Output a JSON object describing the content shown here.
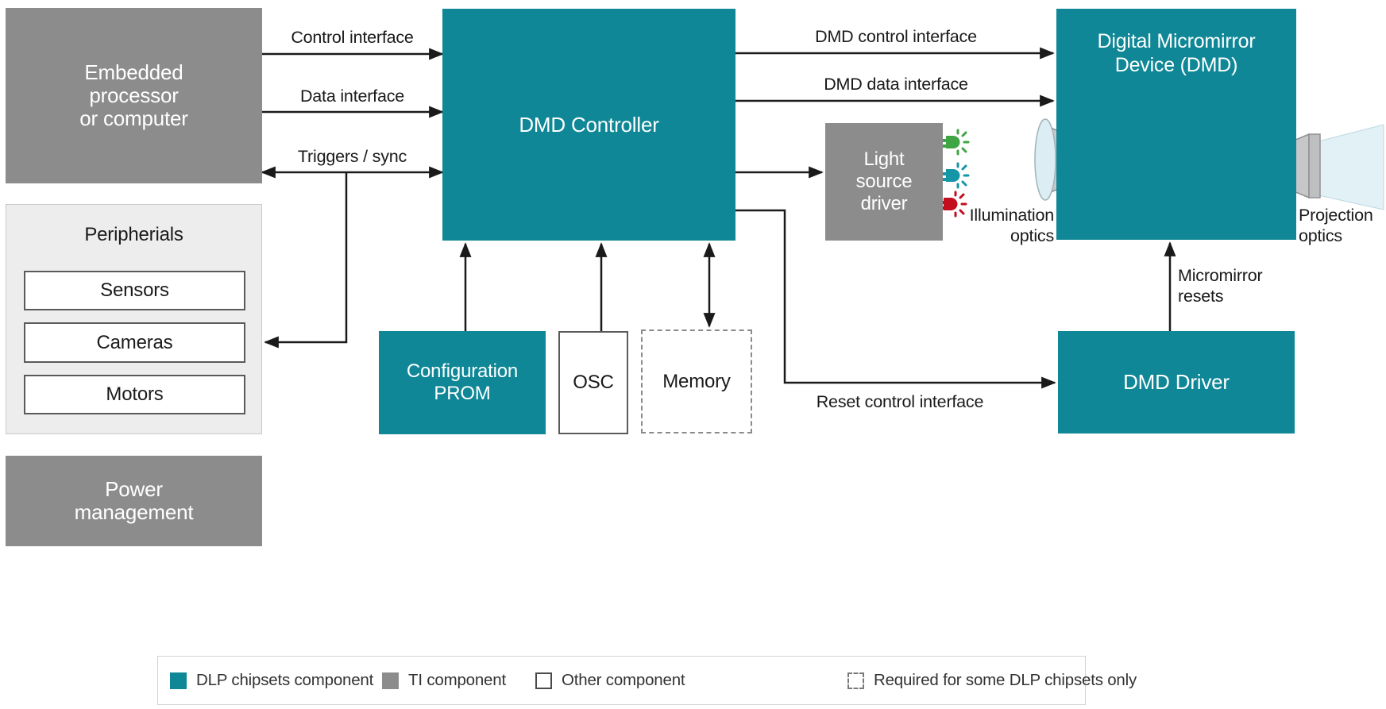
{
  "diagram": {
    "blocks": {
      "embedded": {
        "label": "Embedded\nprocessor\nor computer"
      },
      "peripherals": {
        "label": "Peripherials",
        "items": [
          "Sensors",
          "Cameras",
          "Motors"
        ]
      },
      "power": {
        "label": "Power\nmanagement"
      },
      "dmd_controller": {
        "label": "DMD Controller"
      },
      "config_prom": {
        "label": "Configuration\nPROM"
      },
      "osc": {
        "label": "OSC"
      },
      "memory": {
        "label": "Memory"
      },
      "light_source_driver": {
        "label": "Light\nsource\ndriver"
      },
      "dmd": {
        "label": "Digital Micromirror\nDevice (DMD)"
      },
      "dmd_driver": {
        "label": "DMD Driver"
      }
    },
    "connections": {
      "control_interface": "Control interface",
      "data_interface": "Data interface",
      "triggers_sync": "Triggers / sync",
      "dmd_control_interface": "DMD control interface",
      "dmd_data_interface": "DMD data interface",
      "reset_control_interface": "Reset control interface",
      "micromirror_resets": "Micromirror\nresets",
      "illumination_optics": "Illumination\noptics",
      "projection_optics": "Projection\noptics"
    },
    "legend": {
      "items": [
        {
          "swatch": "dlp-chipset-swatch",
          "label": "DLP chipsets component"
        },
        {
          "swatch": "ti-component-swatch",
          "label": "TI component"
        },
        {
          "swatch": "other-component-swatch",
          "label": "Other component"
        },
        {
          "swatch": "dashed-swatch",
          "label": "Required for some DLP chipsets only"
        }
      ]
    },
    "icons": [
      "led-green-icon",
      "led-teal-icon",
      "led-red-icon",
      "dmd-chip-icon",
      "illumination-lens-icon",
      "projection-lens-icon"
    ]
  },
  "colors": {
    "teal": "#0F8796",
    "box_gray": "#8C8C8C",
    "panel_gray": "#EDEDED",
    "panel_border": "#C9C9C9",
    "white_box_border": "#5A5A5A",
    "dashed_border": "#8A8A8A",
    "legend_border": "#D2D2D2",
    "line": "#1A1A1A",
    "led_green": "#3FA444",
    "led_teal": "#1496A6",
    "led_red": "#C30E1E",
    "lens_blue": "#DCEEF4",
    "beam_blue": "#E2F1F6",
    "lens_gray": "#C6C7C9",
    "lens_gray_border": "#8F9092",
    "chip_body": "#55565A",
    "chip_black": "#1E1F22",
    "chip_core": "#070708",
    "chip_teal_bright": "#1FA8B8",
    "chip_teal_dark": "#0C7D8D",
    "chip_center": "#C9CACB"
  }
}
